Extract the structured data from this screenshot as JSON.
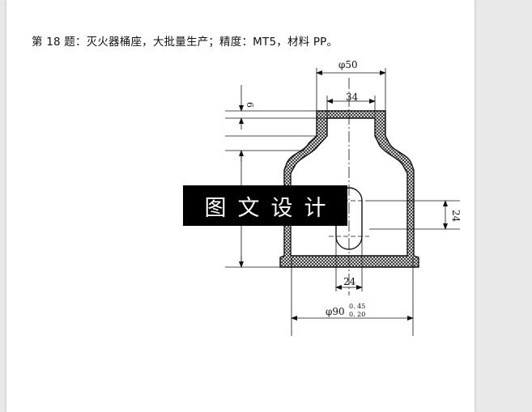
{
  "document": {
    "title": "第 18 题：灭火器桶座，大批量生产；精度：MT5，材料 PP。"
  },
  "dimensions": {
    "top_outer_diameter": "φ50",
    "neck_inner_width": "34",
    "wall_height": "6",
    "slot_height": "24",
    "slot_width": "24",
    "base_diameter": "φ90",
    "base_tol_upper": "0. 45",
    "base_tol_lower": "0. 20"
  },
  "watermark": {
    "text": "图文设计"
  }
}
